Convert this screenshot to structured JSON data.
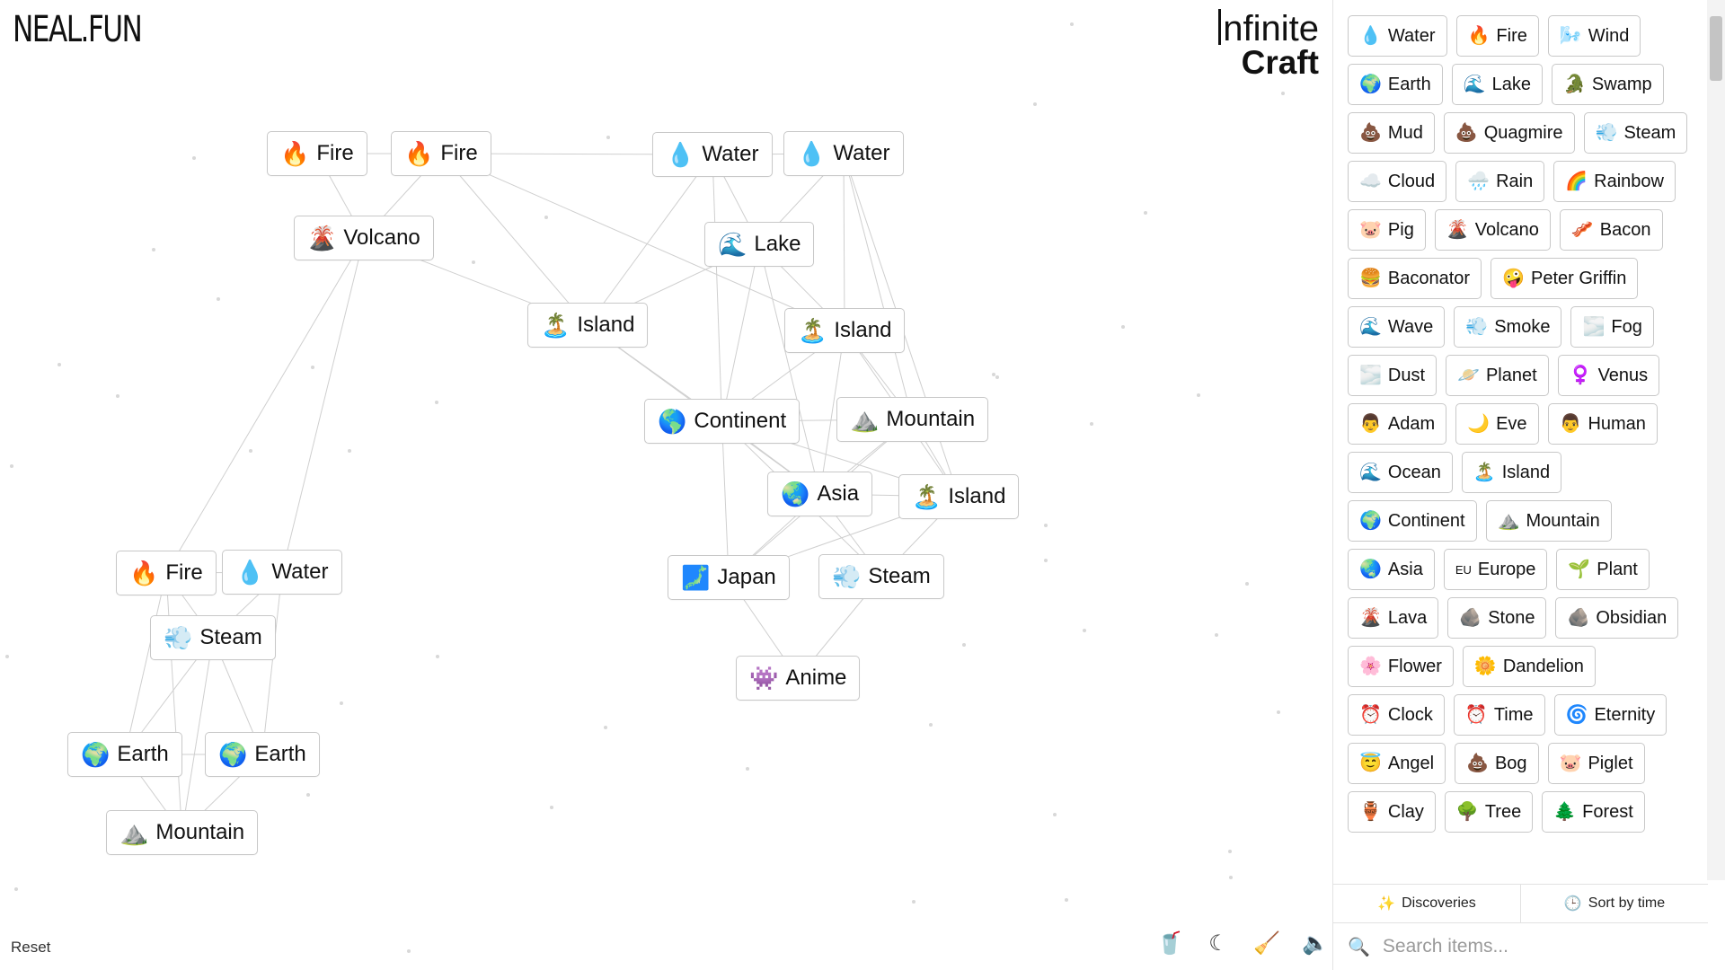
{
  "logo": "NEAL.FUN",
  "brand": {
    "line1": "nfinite",
    "line2": "Craft"
  },
  "reset_label": "Reset",
  "canvas_nodes": [
    {
      "emoji": "🔥",
      "label": "Fire"
    },
    {
      "emoji": "🔥",
      "label": "Fire"
    },
    {
      "emoji": "💧",
      "label": "Water"
    },
    {
      "emoji": "💧",
      "label": "Water"
    },
    {
      "emoji": "🌋",
      "label": "Volcano"
    },
    {
      "emoji": "🌊",
      "label": "Lake"
    },
    {
      "emoji": "🏝️",
      "label": "Island"
    },
    {
      "emoji": "🏝️",
      "label": "Island"
    },
    {
      "emoji": "🌎",
      "label": "Continent"
    },
    {
      "emoji": "⛰️",
      "label": "Mountain"
    },
    {
      "emoji": "🌏",
      "label": "Asia"
    },
    {
      "emoji": "🏝️",
      "label": "Island"
    },
    {
      "emoji": "🔥",
      "label": "Fire"
    },
    {
      "emoji": "💧",
      "label": "Water"
    },
    {
      "emoji": "💨",
      "label": "Steam"
    },
    {
      "emoji": "🗾",
      "label": "Japan"
    },
    {
      "emoji": "💨",
      "label": "Steam"
    },
    {
      "emoji": "👾",
      "label": "Anime"
    },
    {
      "emoji": "🌍",
      "label": "Earth"
    },
    {
      "emoji": "🌍",
      "label": "Earth"
    },
    {
      "emoji": "⛰️",
      "label": "Mountain"
    }
  ],
  "sidebar_items": [
    {
      "emoji": "💧",
      "label": "Water"
    },
    {
      "emoji": "🔥",
      "label": "Fire"
    },
    {
      "emoji": "🌬️",
      "label": "Wind"
    },
    {
      "emoji": "🌍",
      "label": "Earth"
    },
    {
      "emoji": "🌊",
      "label": "Lake"
    },
    {
      "emoji": "🐊",
      "label": "Swamp"
    },
    {
      "emoji": "💩",
      "label": "Mud"
    },
    {
      "emoji": "💩",
      "label": "Quagmire"
    },
    {
      "emoji": "💨",
      "label": "Steam"
    },
    {
      "emoji": "☁️",
      "label": "Cloud"
    },
    {
      "emoji": "🌧️",
      "label": "Rain"
    },
    {
      "emoji": "🌈",
      "label": "Rainbow"
    },
    {
      "emoji": "🐷",
      "label": "Pig"
    },
    {
      "emoji": "🌋",
      "label": "Volcano"
    },
    {
      "emoji": "🥓",
      "label": "Bacon"
    },
    {
      "emoji": "🍔",
      "label": "Baconator"
    },
    {
      "emoji": "🤪",
      "label": "Peter Griffin"
    },
    {
      "emoji": "🌊",
      "label": "Wave"
    },
    {
      "emoji": "💨",
      "label": "Smoke"
    },
    {
      "emoji": "🌫️",
      "label": "Fog"
    },
    {
      "emoji": "🌫️",
      "label": "Dust"
    },
    {
      "emoji": "🪐",
      "label": "Planet"
    },
    {
      "emoji": "♀️",
      "label": "Venus"
    },
    {
      "emoji": "👨",
      "label": "Adam"
    },
    {
      "emoji": "🌙",
      "label": "Eve"
    },
    {
      "emoji": "👨",
      "label": "Human"
    },
    {
      "emoji": "🌊",
      "label": "Ocean"
    },
    {
      "emoji": "🏝️",
      "label": "Island"
    },
    {
      "emoji": "🌍",
      "label": "Continent"
    },
    {
      "emoji": "⛰️",
      "label": "Mountain"
    },
    {
      "emoji": "🌏",
      "label": "Asia"
    },
    {
      "emoji": "EU",
      "label": "Europe"
    },
    {
      "emoji": "🌱",
      "label": "Plant"
    },
    {
      "emoji": "🌋",
      "label": "Lava"
    },
    {
      "emoji": "🪨",
      "label": "Stone"
    },
    {
      "emoji": "🪨",
      "label": "Obsidian"
    },
    {
      "emoji": "🌸",
      "label": "Flower"
    },
    {
      "emoji": "🌼",
      "label": "Dandelion"
    },
    {
      "emoji": "⏰",
      "label": "Clock"
    },
    {
      "emoji": "⏰",
      "label": "Time"
    },
    {
      "emoji": "🌀",
      "label": "Eternity"
    },
    {
      "emoji": "😇",
      "label": "Angel"
    },
    {
      "emoji": "💩",
      "label": "Bog"
    },
    {
      "emoji": "🐷",
      "label": "Piglet"
    },
    {
      "emoji": "🏺",
      "label": "Clay"
    },
    {
      "emoji": "🌳",
      "label": "Tree"
    },
    {
      "emoji": "🌲",
      "label": "Forest"
    }
  ],
  "tabs": {
    "discoveries": "Discoveries",
    "sort": "Sort by time"
  },
  "search": {
    "placeholder": "Search items..."
  },
  "icons": {
    "sparkle": "✨",
    "clock": "🕒",
    "search": "🔍",
    "cup": "🥤",
    "moon": "☾",
    "broom": "🧹",
    "speaker": "🔈"
  }
}
